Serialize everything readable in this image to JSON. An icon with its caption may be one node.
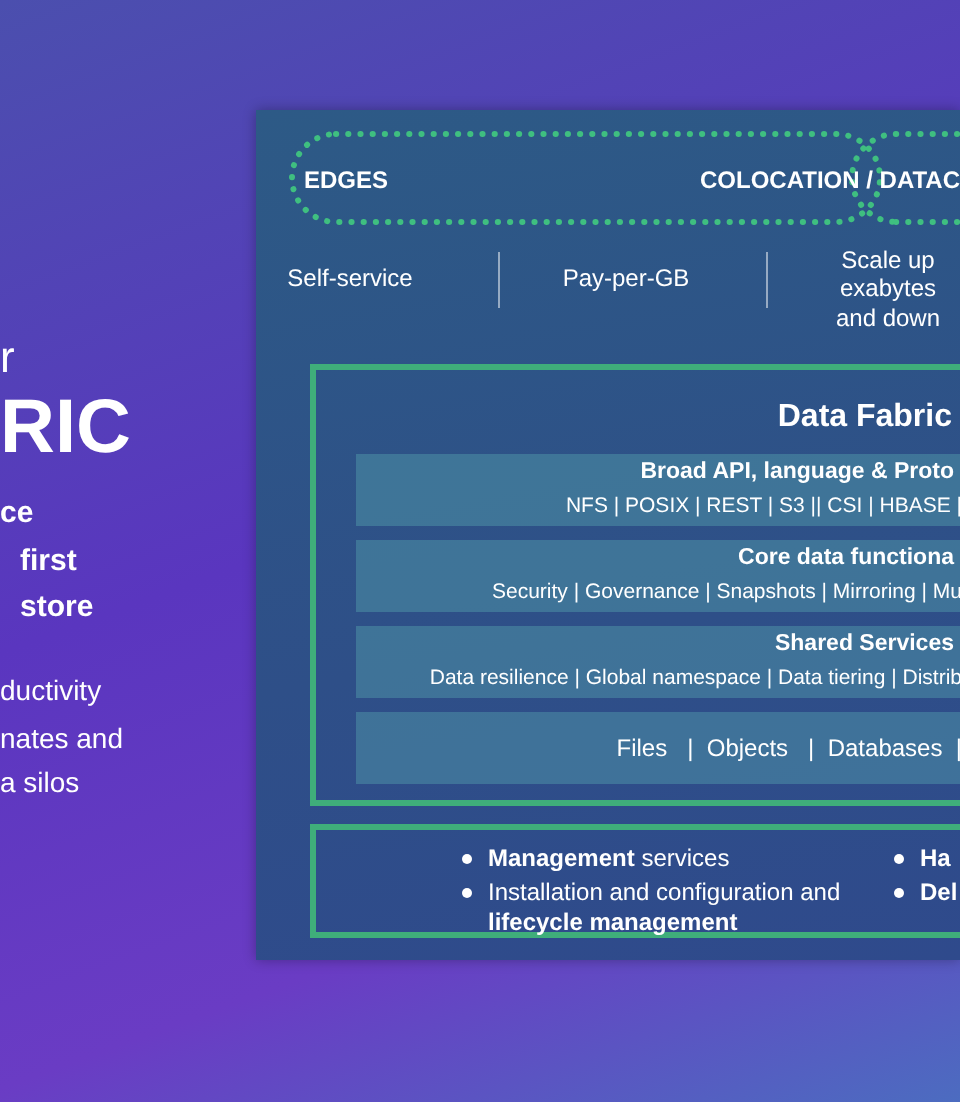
{
  "diagram": {
    "nodes": [
      {
        "text": [
          "Self-service",
          "Pay-per-GB",
          "Scale up exabytes and down"
        ]
      },
      {
        "text": [
          "EDGES",
          "COLOCATION / DATAC"
        ],
        "in": 0
      },
      {
        "text": [
          "Data Fabric"
        ],
        "in": 0
      },
      {
        "text": [
          "Broad API, language & Proto",
          "NFS | POSIX | REST | S3 || CSI | HBASE |"
        ],
        "in": 2
      },
      {
        "text": [
          "Core data functiona",
          "Security | Governance | Snapshots | Mirroring | Mu"
        ],
        "in": 2
      },
      {
        "text": [
          "Shared Services",
          "Data resilience | Global namespace | Data tiering | Distrib"
        ],
        "in": 2
      },
      {
        "text": [
          "Files   |  Objects   |  Databases  |"
        ],
        "in": 2
      },
      {
        "text": [
          "**Management** services",
          "Installation and configuration and **lifecycle management**",
          "Ha",
          "Del"
        ],
        "in": 0
      }
    ],
    "labels": [
      "r",
      "RIC",
      "ce",
      "first",
      "store",
      "ductivity",
      "nates and",
      "a silos"
    ]
  }
}
